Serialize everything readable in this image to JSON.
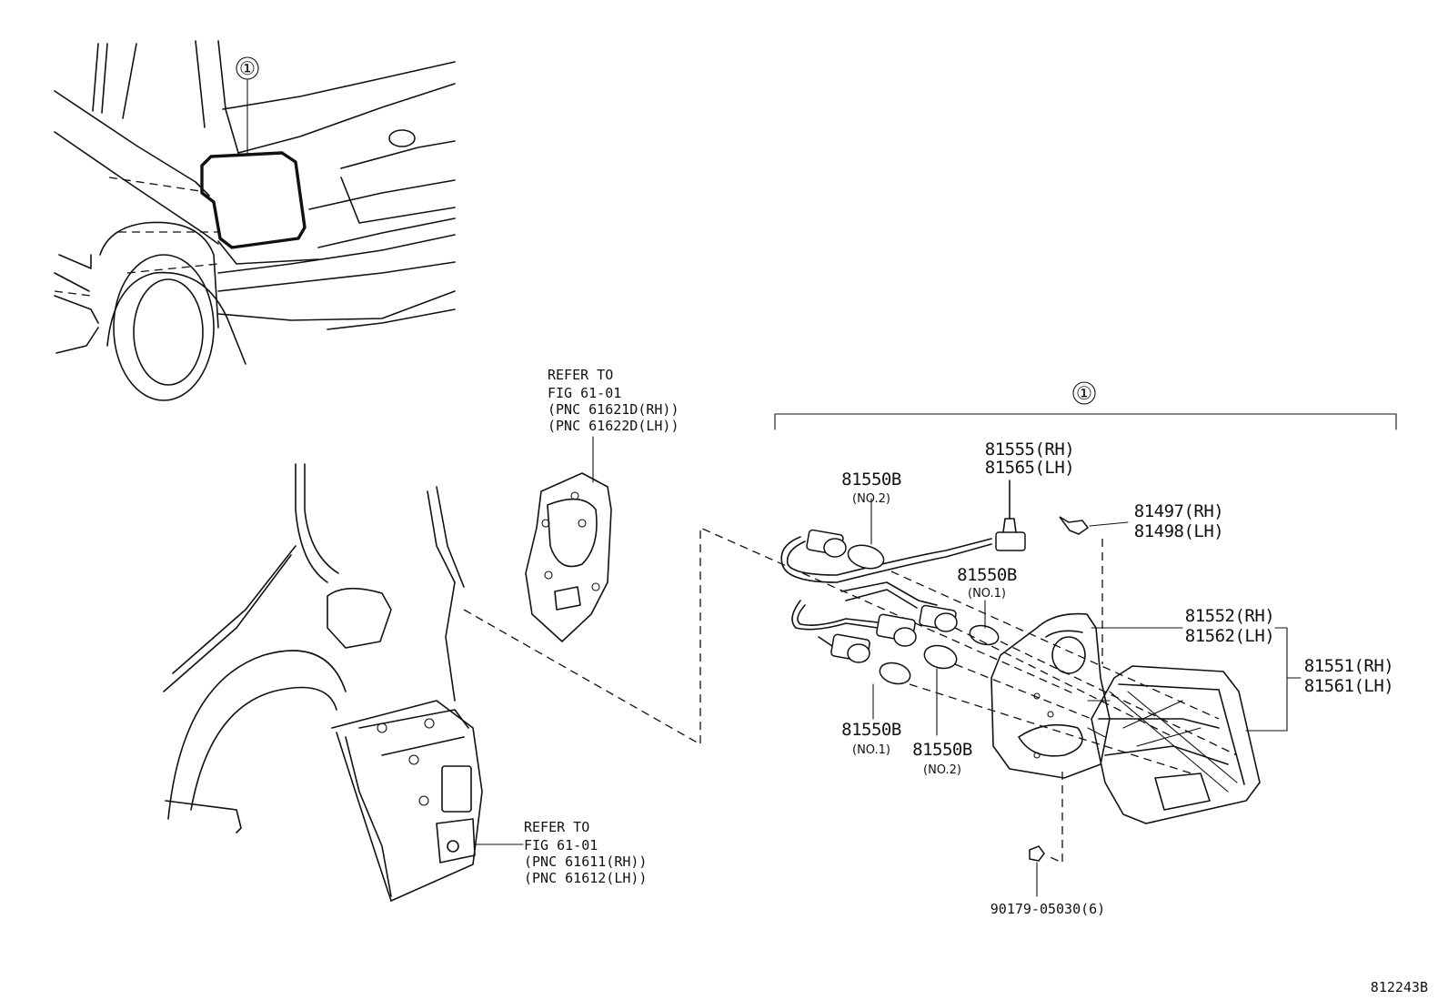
{
  "figure_code": "812243B",
  "callout_marker": "①",
  "refer_upper": {
    "line1": "REFER TO",
    "line2": "FIG 61-01",
    "line3": "(PNC 61621D(RH))",
    "line4": "(PNC 61622D(LH))"
  },
  "refer_lower": {
    "line1": "REFER TO",
    "line2": "FIG 61-01",
    "line3": "(PNC 61611(RH))",
    "line4": "(PNC 61612(LH))"
  },
  "parts": {
    "bulb_top_left": {
      "number": "81550B",
      "note": "(NO.2)"
    },
    "socket_wire": {
      "rh": "81555(RH)",
      "lh": "81565(LH)"
    },
    "clip": {
      "rh": "81497(RH)",
      "lh": "81498(LH)"
    },
    "bulb_center": {
      "number": "81550B",
      "note": "(NO.1)"
    },
    "gasket": {
      "rh": "81552(RH)",
      "lh": "81562(LH)"
    },
    "lamp_assy": {
      "rh": "81551(RH)",
      "lh": "81561(LH)"
    },
    "bulb_bottom_left": {
      "number": "81550B",
      "note": "(NO.1)"
    },
    "bulb_bottom_mid": {
      "number": "81550B",
      "note": "(NO.2)"
    },
    "nut": {
      "number": "90179-05030(6)"
    }
  }
}
